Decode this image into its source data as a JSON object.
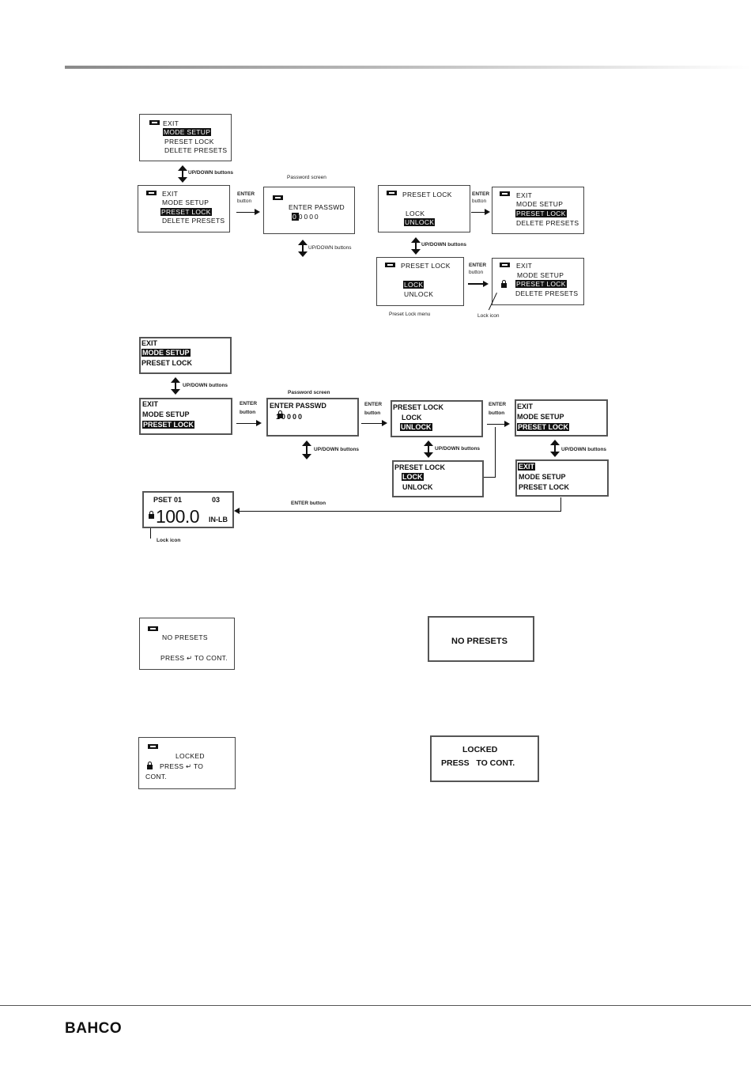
{
  "menu": {
    "exit": "EXIT",
    "mode_setup": "MODE SETUP",
    "preset_lock": "PRESET LOCK",
    "delete_presets": "DELETE PRESETS",
    "lock": "LOCK",
    "unlock": "UNLOCK"
  },
  "password": {
    "caption": "Password screen",
    "prompt": "ENTER PASSWD",
    "value_first": "0",
    "value_rest": "0000",
    "value_b_first": "1",
    "value_b_rest": "0000"
  },
  "labels": {
    "updown": "UP/DOWN buttons",
    "enter": "ENTER",
    "button": "button",
    "enter_button": "ENTER button",
    "preset_lock_menu": "Preset Lock menu",
    "lock_icon": "Lock icon",
    "lock_icon_b": "Lock icon"
  },
  "display": {
    "preset": "PSET 01",
    "count": "03",
    "value": "100.0",
    "unit": "IN-LB"
  },
  "messages": {
    "no_presets": "NO PRESETS",
    "press_enter": "PRESS",
    "to_cont": "TO CONT.",
    "locked": "LOCKED",
    "press_enter_to": "PRESS",
    "to": "TO",
    "cont": "CONT.",
    "press_to_cont": "PRESS   TO CONT.",
    "return_glyph": "↵"
  },
  "footer": {
    "logo": "BAHCO"
  },
  "icons": {
    "battery": "battery-icon",
    "lock": "lock-icon",
    "arrow": "arrow-icon"
  }
}
